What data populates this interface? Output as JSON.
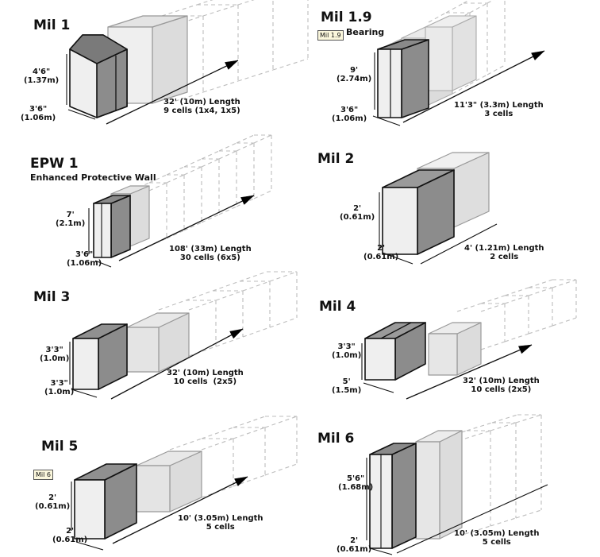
{
  "panels": [
    {
      "id": "mil1",
      "title": "Mil 1",
      "height": "4'6\"\n(1.37m)",
      "width": "3'6\"\n(1.06m)",
      "length": "32' (10m) Length\n9 cells (1x4, 1x5)"
    },
    {
      "id": "mil19",
      "title": "Mil 1.9",
      "subtitle": "Bearing",
      "tag": "Mil 1.9",
      "height": "9'\n(2.74m)",
      "width": "3'6\"\n(1.06m)",
      "length": "11'3\" (3.3m) Length\n3 cells"
    },
    {
      "id": "epw1",
      "title": "EPW 1",
      "subtitle": "Enhanced Protective Wall",
      "height": "7'\n(2.1m)",
      "width": "3'6\"\n(1.06m)",
      "length": "108' (33m) Length\n30 cells (6x5)"
    },
    {
      "id": "mil2",
      "title": "Mil 2",
      "height": "2'\n(0.61m)",
      "width": "2'\n(0.61m)",
      "length": "4' (1.21m) Length\n2 cells"
    },
    {
      "id": "mil3",
      "title": "Mil 3",
      "height": "3'3\"\n(1.0m)",
      "width": "3'3\"\n(1.0m)",
      "length": "32' (10m) Length\n10 cells  (2x5)"
    },
    {
      "id": "mil4",
      "title": "Mil 4",
      "height": "3'3\"\n(1.0m)",
      "width": "5'\n(1.5m)",
      "length": "32' (10m) Length\n10 cells (2x5)"
    },
    {
      "id": "mil5",
      "title": "Mil 5",
      "tag": "Mil 6",
      "height": "2'\n(0.61m)",
      "width": "2'\n(0.61m)",
      "length": "10' (3.05m) Length\n5 cells"
    },
    {
      "id": "mil6",
      "title": "Mil 6",
      "height": "5'6\"\n(1.68m)",
      "width": "2'\n(0.61m)",
      "length": "10' (3.05m) Length\n5 cells"
    }
  ],
  "colors": {
    "dark": "#8c8c8c",
    "mid": "#b9b9b9",
    "light": "#dcdcdc",
    "pale": "#efefef",
    "ghost": "#bdbdbd",
    "stroke": "#111111",
    "tagBg": "#fbf7dc"
  }
}
